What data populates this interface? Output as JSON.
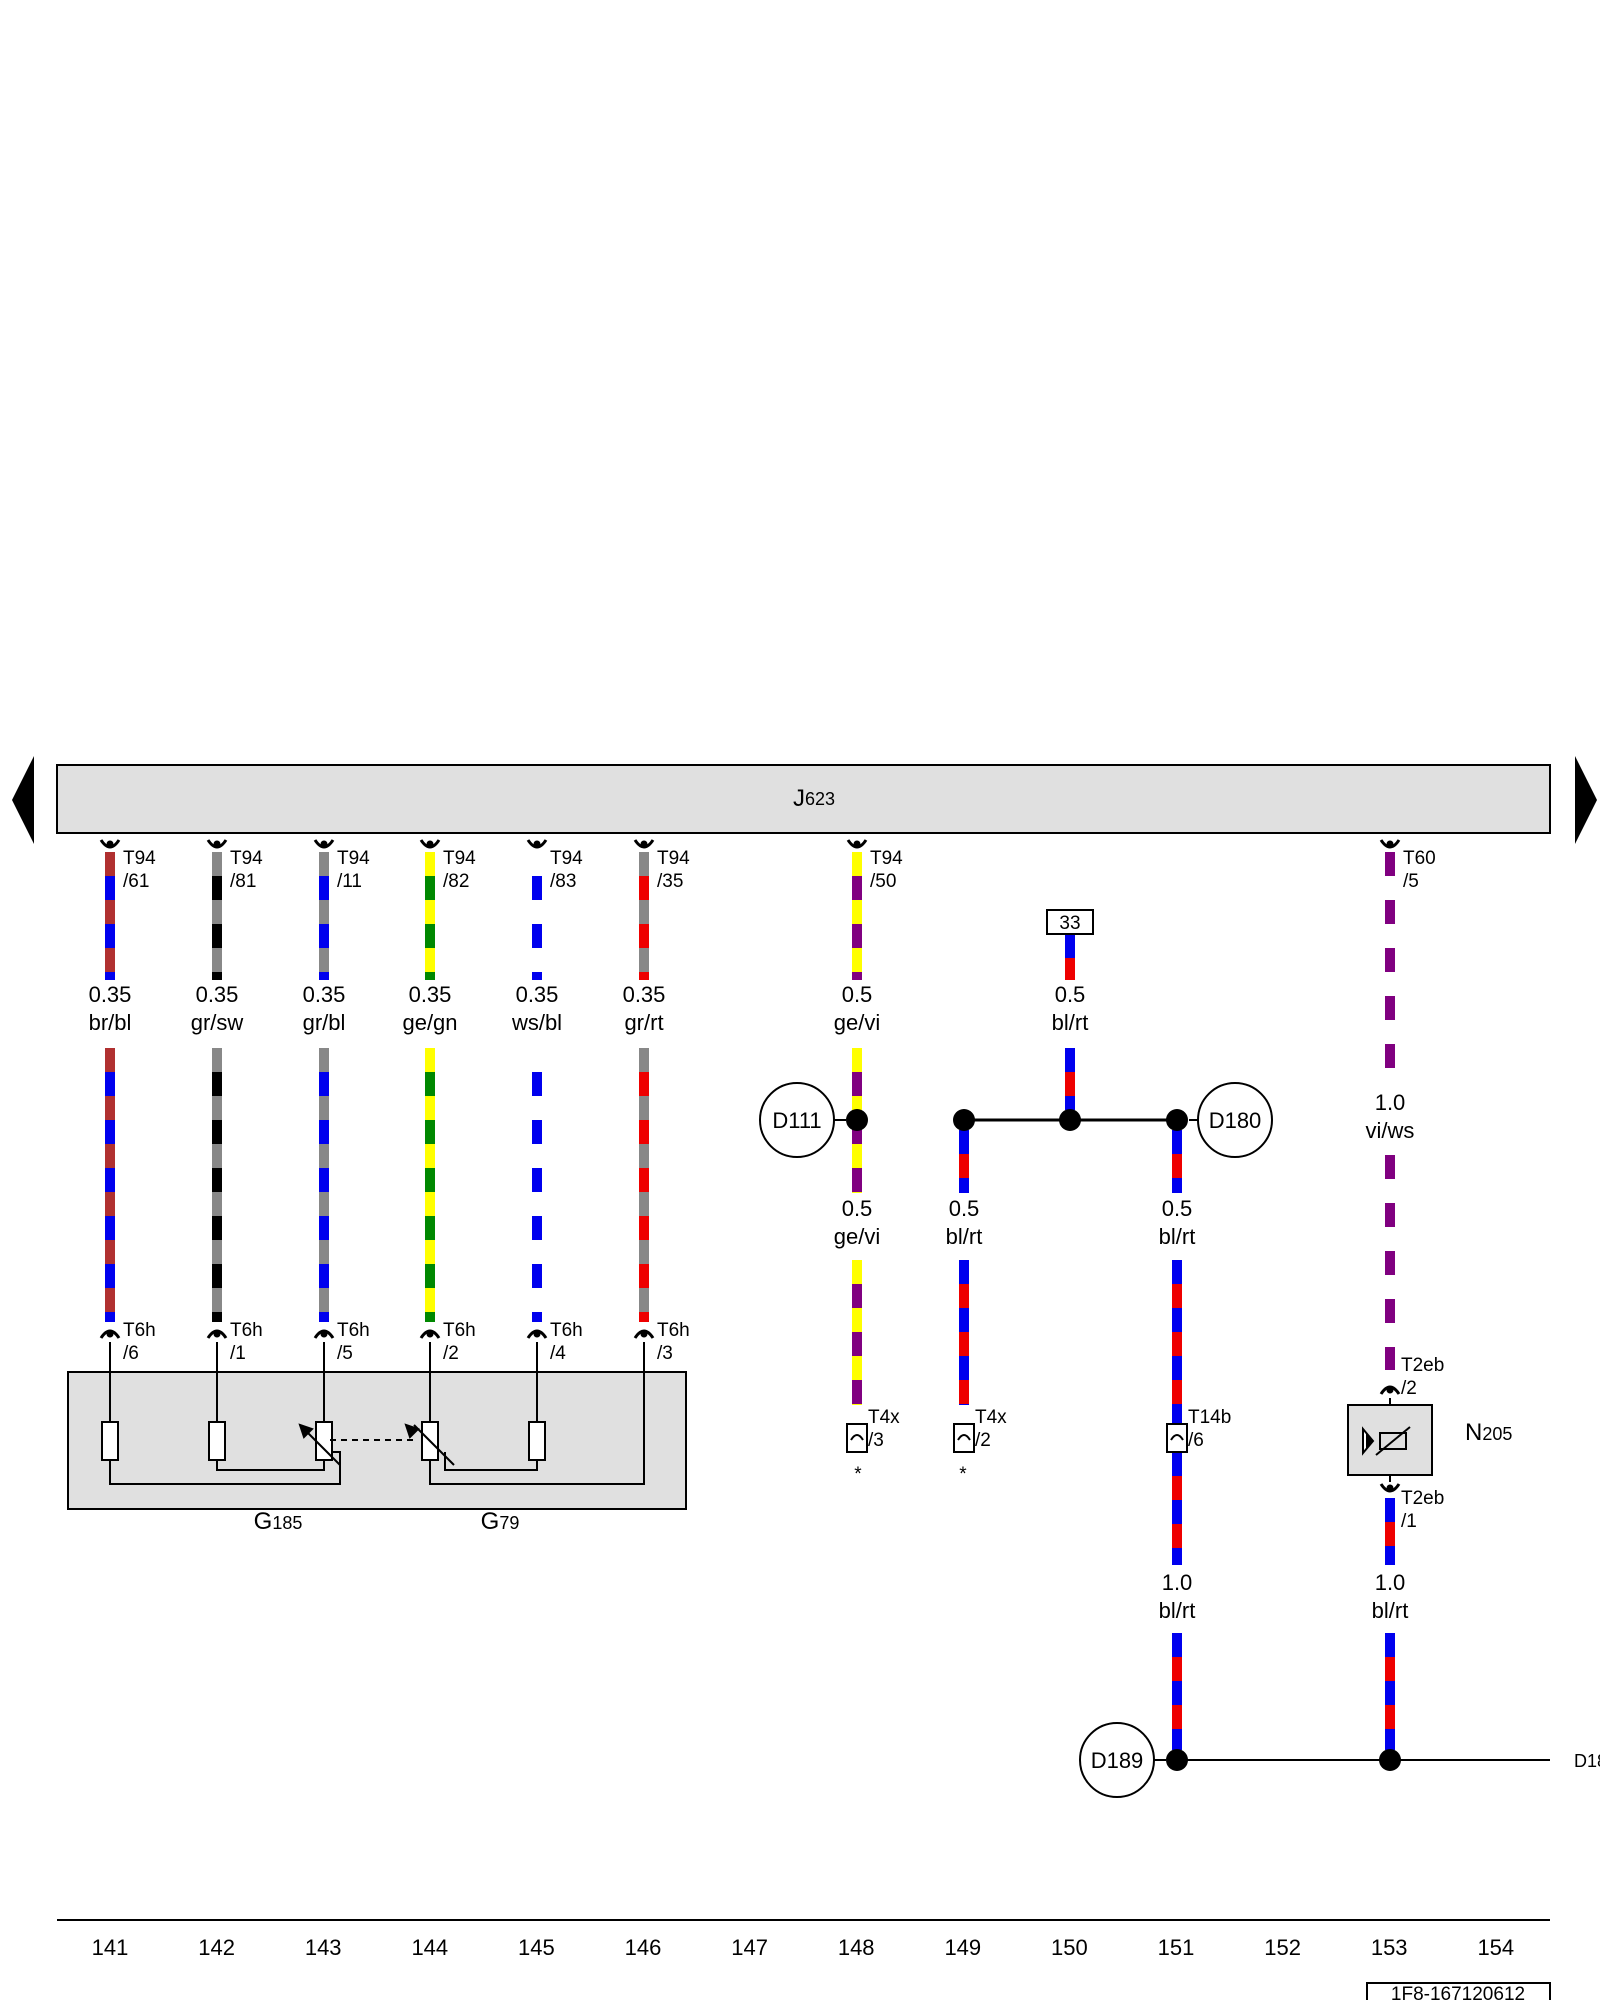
{
  "control_unit": {
    "letter": "J",
    "number": "623"
  },
  "wires": [
    {
      "id": "141",
      "top_pin": [
        "T94",
        "/61"
      ],
      "bot_pin": [
        "T6h",
        "/6"
      ],
      "size": "0.35",
      "color": "br/bl",
      "colors": [
        "#b03030",
        "#0000ee"
      ]
    },
    {
      "id": "142",
      "top_pin": [
        "T94",
        "/81"
      ],
      "bot_pin": [
        "T6h",
        "/1"
      ],
      "size": "0.35",
      "color": "gr/sw",
      "colors": [
        "#888888",
        "#000000"
      ]
    },
    {
      "id": "143",
      "top_pin": [
        "T94",
        "/11"
      ],
      "bot_pin": [
        "T6h",
        "/5"
      ],
      "size": "0.35",
      "color": "gr/bl",
      "colors": [
        "#888888",
        "#0000ee"
      ]
    },
    {
      "id": "144",
      "top_pin": [
        "T94",
        "/82"
      ],
      "bot_pin": [
        "T6h",
        "/2"
      ],
      "size": "0.35",
      "color": "ge/gn",
      "colors": [
        "#ffff00",
        "#008800"
      ]
    },
    {
      "id": "145",
      "top_pin": [
        "T94",
        "/83"
      ],
      "bot_pin": [
        "T6h",
        "/4"
      ],
      "size": "0.35",
      "color": "ws/bl",
      "colors": [
        "#ffffff",
        "#0000ee"
      ]
    },
    {
      "id": "146",
      "top_pin": [
        "T94",
        "/35"
      ],
      "bot_pin": [
        "T6h",
        "/3"
      ],
      "size": "0.35",
      "color": "gr/rt",
      "colors": [
        "#888888",
        "#ee0000"
      ]
    }
  ],
  "wire_148": {
    "top_pin": [
      "T94",
      "/50"
    ],
    "size": "0.5",
    "color": "ge/vi",
    "size2": "0.5",
    "color2": "ge/vi",
    "bot_pin": [
      "T4x",
      "/3"
    ],
    "note": "*",
    "colors": [
      "#ffff00",
      "#800080"
    ]
  },
  "wire_149": {
    "size": "0.5",
    "color": "bl/rt",
    "bot_pin": [
      "T4x",
      "/2"
    ],
    "note": "*"
  },
  "wire_150": {
    "terminal": "33",
    "size": "0.5",
    "color": "bl/rt"
  },
  "wire_151": {
    "size": "0.5",
    "color": "bl/rt",
    "pin": [
      "T14b",
      "/6"
    ],
    "size2": "1.0",
    "color2": "bl/rt"
  },
  "wire_153": {
    "top_pin": [
      "T60",
      "/5"
    ],
    "size": "1.0",
    "color": "vi/ws",
    "pin_a": [
      "T2eb",
      "/2"
    ],
    "pin_b": [
      "T2eb",
      "/1"
    ],
    "size2": "1.0",
    "color2": "bl/rt",
    "colors": [
      "#800080",
      "#ffffff"
    ]
  },
  "bl_rt_colors": [
    "#0000ee",
    "#ee0000"
  ],
  "junctions": {
    "d111": "D111",
    "d180": "D180",
    "d189": "D189",
    "edge_ref": "D18"
  },
  "components": {
    "g185": {
      "letter": "G",
      "number": "185"
    },
    "g79": {
      "letter": "G",
      "number": "79"
    },
    "n205": {
      "letter": "N",
      "number": "205"
    }
  },
  "columns": [
    "141",
    "142",
    "143",
    "144",
    "145",
    "146",
    "147",
    "148",
    "149",
    "150",
    "151",
    "152",
    "153",
    "154"
  ],
  "doc_id": "1F8-167120612",
  "colors": {
    "bar": "#e0e0e0",
    "component": "#e0e0e0",
    "line": "#000000"
  }
}
